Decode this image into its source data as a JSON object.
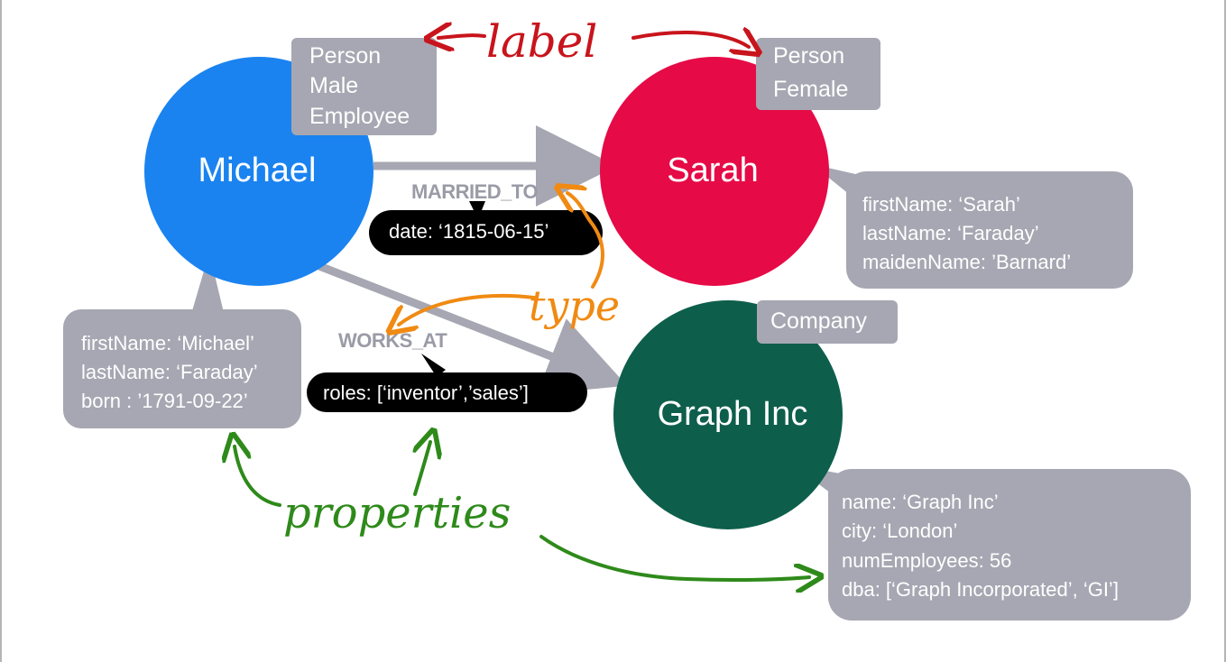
{
  "nodes": {
    "michael": {
      "name": "Michael",
      "color": "#1a83f0",
      "labels": [
        "Person",
        "Male",
        "Employee"
      ],
      "properties": [
        "firstName: ‘Michael’",
        "lastName:  ‘Faraday’",
        "born : ’1791-09-22’"
      ]
    },
    "sarah": {
      "name": "Sarah",
      "color": "#e60a46",
      "labels": [
        "Person",
        "Female"
      ],
      "properties": [
        "firstName: ‘Sarah’",
        "lastName:  ‘Faraday’",
        "maidenName: ’Barnard’"
      ]
    },
    "graph_inc": {
      "name": "Graph Inc",
      "color": "#0e5e4c",
      "labels": [
        "Company"
      ],
      "properties": [
        "name: ‘Graph Inc’",
        "city:  ‘London’",
        "numEmployees: 56",
        "dba: [‘Graph Incorporated’, ‘GI’]"
      ]
    }
  },
  "relationships": {
    "married_to": {
      "type": "MARRIED_TO",
      "property": "date: ‘1815-06-15’"
    },
    "works_at": {
      "type": "WORKS_AT",
      "property": "roles: [‘inventor’,’sales’]"
    }
  },
  "annotations": {
    "label": "label",
    "type": "type",
    "properties": "properties"
  },
  "colors": {
    "label_box": "#a6a7b2",
    "property_box": "#a6a7b2",
    "rel_property_box": "#000000",
    "arrow": "#a6a7b2",
    "annotation_red": "#c8141c",
    "annotation_orange": "#f08a12",
    "annotation_green": "#2e8a1a"
  }
}
